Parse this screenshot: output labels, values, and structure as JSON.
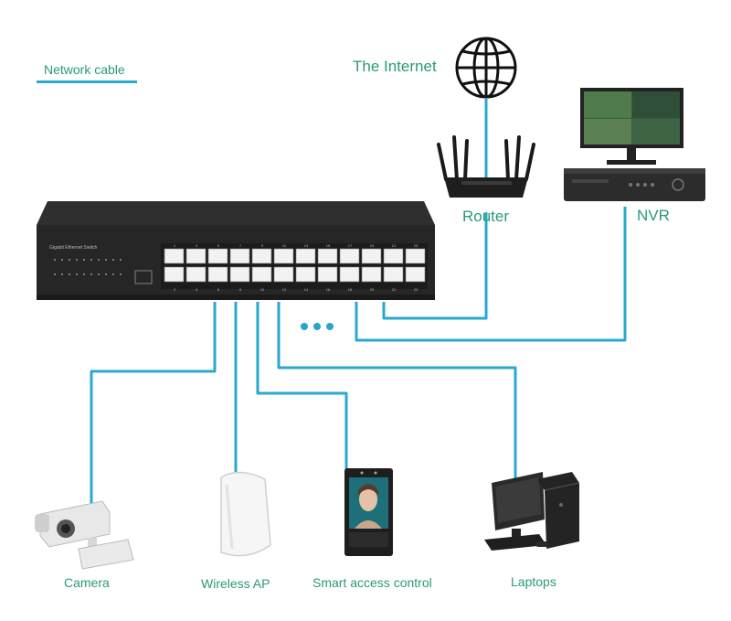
{
  "legend": {
    "network_cable_label": "Network cable"
  },
  "internet": {
    "label": "The Internet"
  },
  "router": {
    "label": "Router"
  },
  "nvr": {
    "label": "NVR"
  },
  "switch": {
    "model_text": "Gigabit Ethernet Switch",
    "port_numbers_top": [
      "1",
      "3",
      "5",
      "7",
      "9",
      "11",
      "13",
      "15",
      "17",
      "19",
      "21",
      "23"
    ],
    "port_numbers_bottom": [
      "2",
      "4",
      "6",
      "8",
      "10",
      "12",
      "14",
      "16",
      "18",
      "20",
      "22",
      "24"
    ]
  },
  "devices": {
    "camera": "Camera",
    "wireless_ap": "Wireless AP",
    "smart_access_control": "Smart access control",
    "laptops": "Laptops"
  },
  "colors": {
    "cable": "#29a8d0",
    "label": "#2a9a76",
    "device_dark": "#2b2b2b"
  }
}
